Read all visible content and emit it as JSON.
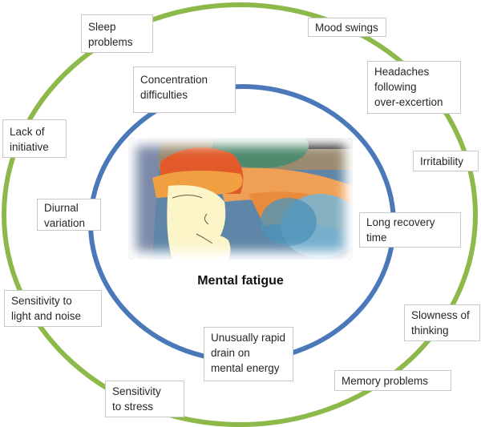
{
  "diagram": {
    "center_label": "Mental fatigue",
    "image_alt": "stylized-woman-resting-head-illustration",
    "colors": {
      "outer_ring": "#8db84a",
      "inner_ring": "#4a78b8",
      "box_border": "#c8c8c8"
    },
    "inner_ring_labels": [
      "Concentration difficulties",
      "Diurnal variation",
      "Long recovery time",
      "Unusually rapid drain on mental energy"
    ],
    "outer_ring_labels": [
      "Sleep problems",
      "Mood swings",
      "Headaches following over-excertion",
      "Lack of initiative",
      "Irritability",
      "Sensitivity to light and noise",
      "Slowness of thinking",
      "Memory problems",
      "Sensitivity to stress"
    ]
  },
  "boxes": {
    "sleep": "Sleep\nproblems",
    "mood": "Mood swings",
    "headaches": "Headaches\nfollowing\nover-excertion",
    "concentration": "Concentration\ndifficulties",
    "lack": "Lack of\ninitiative",
    "irritability": "Irritability",
    "diurnal": "Diurnal\nvariation",
    "recovery": "Long recovery\ntime",
    "light": "Sensitivity to\nlight and noise",
    "slowness": "Slowness of\nthinking",
    "drain": "Unusually rapid\ndrain on\nmental energy",
    "memory": "Memory problems",
    "stress": "Sensitivity\nto stress"
  }
}
